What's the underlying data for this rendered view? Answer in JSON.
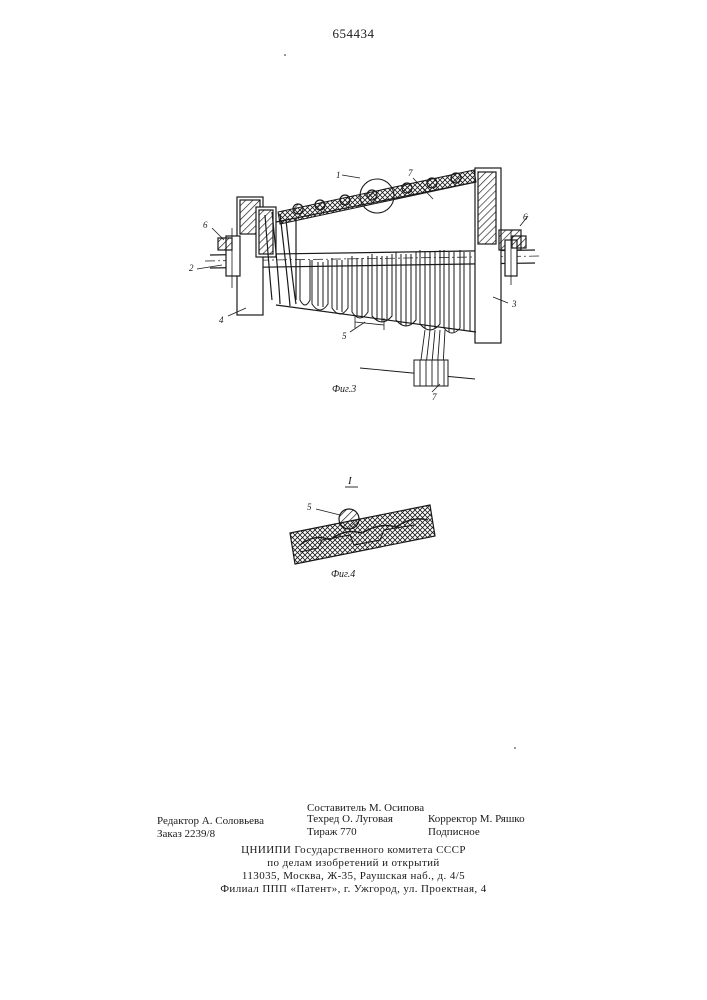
{
  "page_number": "654434",
  "figure3": {
    "caption": "Фиг.3",
    "callouts": {
      "detail": "1",
      "roller": "7",
      "nut_left": "6",
      "nut_right": "6",
      "shaft": "2",
      "flange_left": "4",
      "flange_right": "3",
      "pitch": "5",
      "strand": "7"
    }
  },
  "figure4": {
    "title": "I",
    "caption": "Фиг.4",
    "callout": "5"
  },
  "colophon": {
    "compiler": "Составитель М. Осипова",
    "editor": "Редактор А. Соловьева",
    "techeditor": "Техред О. Луговая",
    "corrector": "Корректор М. Ряшко",
    "order": "Заказ 2239/8",
    "circulation": "Тираж 770",
    "subscription": "Подписное"
  },
  "imprint": {
    "line1": "ЦНИИПИ Государственного комитета СССР",
    "line2": "по делам изобретений и открытий",
    "line3": "113035, Москва, Ж-35, Раушская наб., д. 4/5",
    "line4": "Филиал ППП «Патент», г. Ужгород, ул. Проектная, 4"
  }
}
